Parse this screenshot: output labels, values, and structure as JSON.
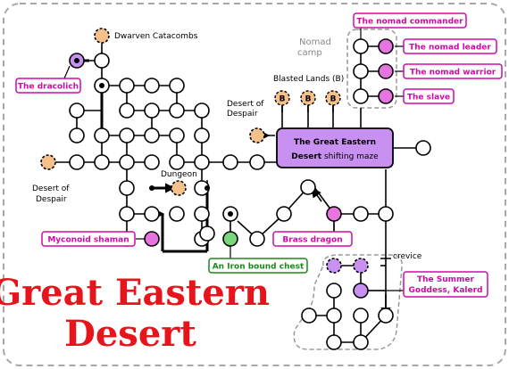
{
  "title": {
    "line1": "Great Eastern",
    "line2": "Desert"
  },
  "colors": {
    "red": "#e8141c",
    "magenta": "#d00aa8",
    "pink": "#e874e0",
    "lavender": "#c08ce8",
    "green": "#7ad67a",
    "orange": "#f5c08a",
    "purple_box": "#c890f0"
  },
  "labels": {
    "dwarven_catacombs": "Dwarven Catacombs",
    "nomad_camp_1": "Nomad",
    "nomad_camp_2": "camp",
    "blasted_lands": "Blasted Lands (B)",
    "desert_despair_top_1": "Desert of",
    "desert_despair_top_2": "Despair",
    "desert_despair_left_1": "Desert of",
    "desert_despair_left_2": "Despair",
    "dungeon": "Dungeon",
    "crevice": "crevice",
    "maze_line1": "The Great Eastern",
    "maze_line2_bold": "Desert",
    "maze_line2_rest": " shifting maze",
    "b_marker": "B"
  },
  "tags": {
    "dracolich": "The dracolich",
    "nomad_commander": "The nomad commander",
    "nomad_leader": "The nomad leader",
    "nomad_warrior": "The nomad warrior",
    "slave": "The slave",
    "myconoid": "Myconoid shaman",
    "brass_dragon": "Brass dragon",
    "iron_chest": "An Iron bound chest",
    "summer_1": "The Summer",
    "summer_2": "Goddess, Kalerd"
  }
}
